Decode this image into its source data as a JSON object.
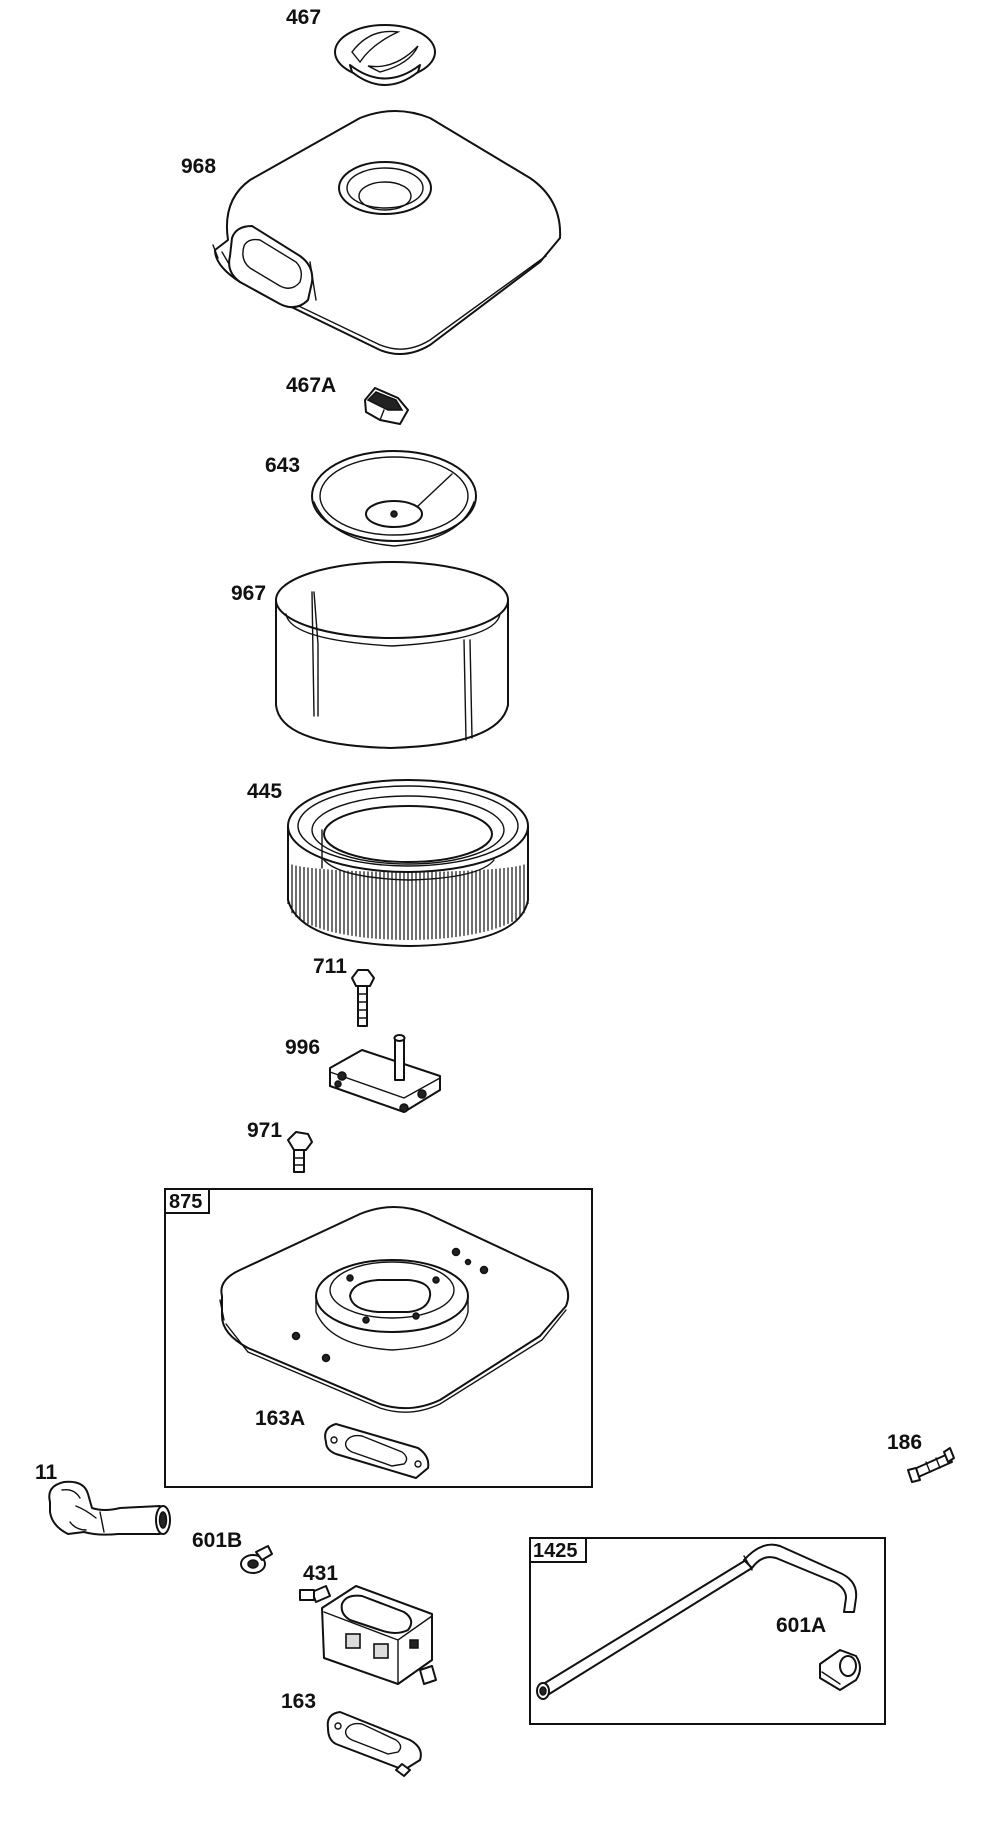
{
  "parts": {
    "p467": "467",
    "p968": "968",
    "p467A": "467A",
    "p643": "643",
    "p967": "967",
    "p445": "445",
    "p711": "711",
    "p996": "996",
    "p971": "971",
    "p875": "875",
    "p163A": "163A",
    "p186": "186",
    "p11": "11",
    "p601B": "601B",
    "p431": "431",
    "p1425": "1425",
    "p601A": "601A",
    "p163": "163"
  }
}
